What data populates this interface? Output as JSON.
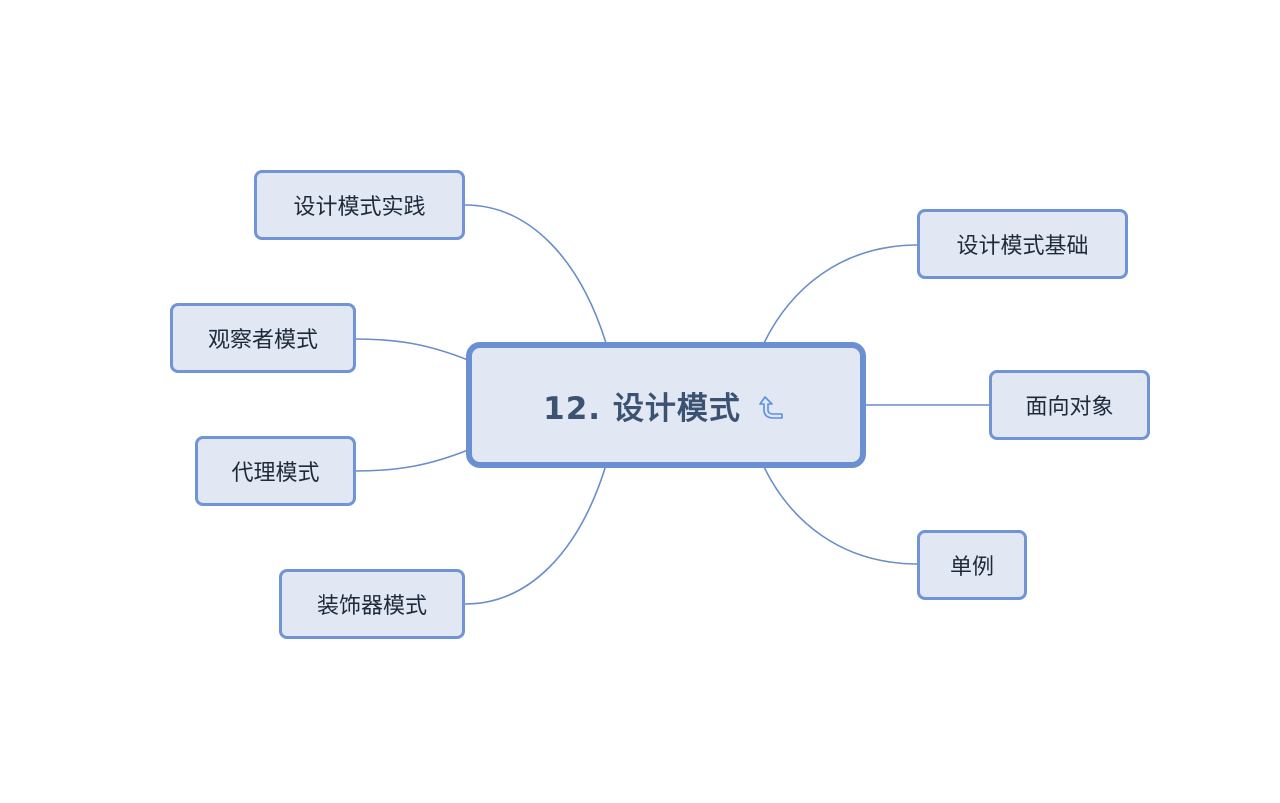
{
  "mindmap": {
    "root": {
      "label": "12. 设计模式",
      "icon": "return-arrow-icon"
    },
    "branches": {
      "practice": "设计模式实践",
      "observer": "观察者模式",
      "proxy": "代理模式",
      "decorator": "装饰器模式",
      "basics": "设计模式基础",
      "oop": "面向对象",
      "singleton": "单例"
    }
  },
  "colors": {
    "node_fill": "#e1e8f4",
    "node_border": "#7094d6",
    "root_border": "#6a90d2",
    "connector": "#6a8ec9",
    "root_text": "#3b5272",
    "node_text": "#1e2a3a"
  }
}
